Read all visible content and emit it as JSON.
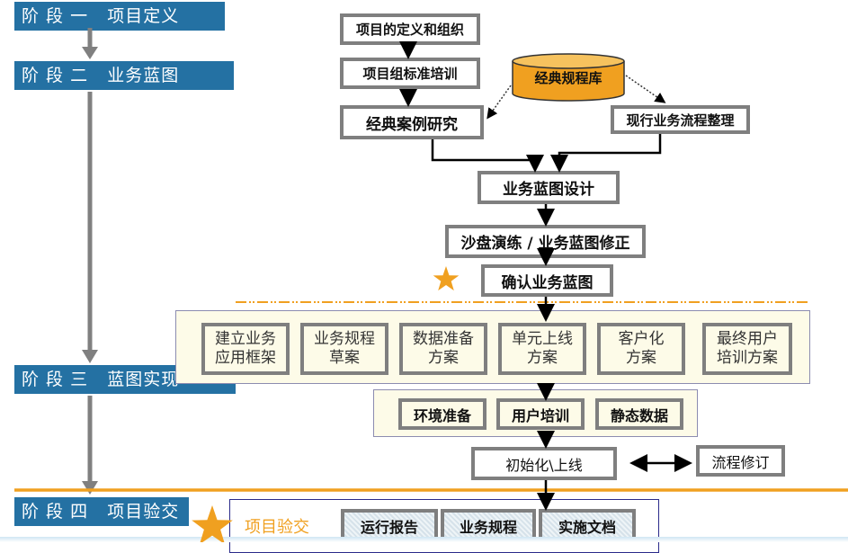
{
  "stages": [
    {
      "label": "阶 段 一   项目定义"
    },
    {
      "label": "阶 段 二   业务蓝图"
    },
    {
      "label": "阶 段 三   蓝图实现"
    },
    {
      "label": "阶 段 四   项目验交"
    }
  ],
  "blueprint": {
    "define_org": "项目的定义和组织",
    "team_training": "项目组标准培训",
    "case_study": "经典案例研究",
    "library": "经典规程库",
    "current_process": "现行业务流程整理",
    "design": "业务蓝图设计",
    "sandbox": "沙盘演练 / 业务蓝图修正",
    "confirm": "确认业务蓝图"
  },
  "realization": {
    "plans": [
      {
        "line1": "建立业务",
        "line2": "应用框架"
      },
      {
        "line1": "业务规程",
        "line2": "草案"
      },
      {
        "line1": "数据准备",
        "line2": "方案"
      },
      {
        "line1": "单元上线",
        "line2": "方案"
      },
      {
        "line1": "客户化",
        "line2": "方案"
      },
      {
        "line1": "最终用户",
        "line2": "培训方案"
      }
    ],
    "prep": [
      "环境准备",
      "用户培训",
      "静态数据"
    ],
    "go_live": "初始化\\上线",
    "process_revision": "流程修订"
  },
  "acceptance": {
    "title": "项目验交",
    "deliverables": [
      "运行报告",
      "业务规程",
      "实施文档"
    ]
  },
  "colors": {
    "stage_bar": "#2471a3",
    "accent_orange": "#f0a020",
    "library_fill": "#f0a020",
    "box_border": "#7f7f7f",
    "panel_fill": "#fdfbe8",
    "stage_arrow": "#808080"
  }
}
